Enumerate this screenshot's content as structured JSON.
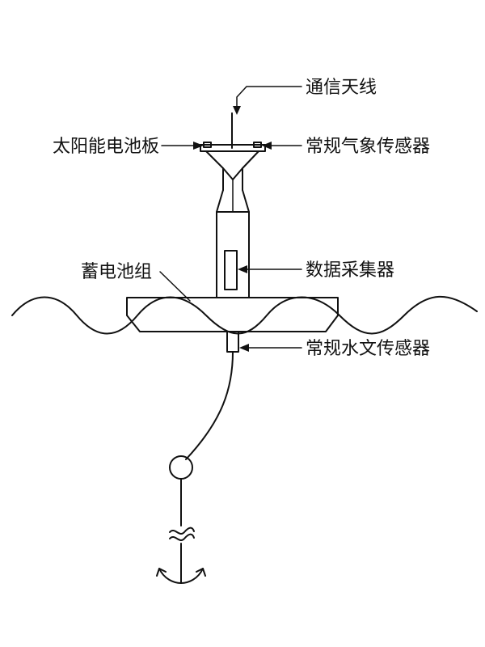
{
  "labels": {
    "antenna": "通信天线",
    "solar_panel": "太阳能电池板",
    "weather_sensor": "常规气象传感器",
    "battery_pack": "蓄电池组",
    "data_collector": "数据采集器",
    "hydro_sensor": "常规水文传感器"
  },
  "colors": {
    "line": "#111111",
    "background": "#ffffff"
  }
}
